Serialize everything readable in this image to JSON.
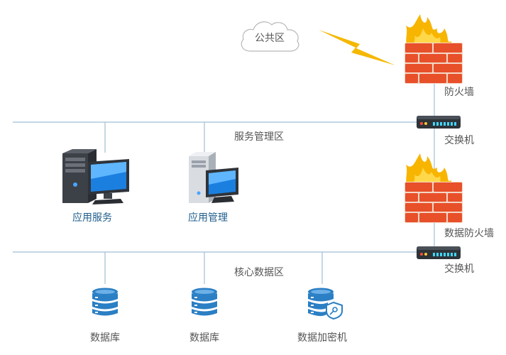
{
  "zones": {
    "public": "公共区",
    "service": "服务管理区",
    "core": "核心数据区"
  },
  "devices": {
    "firewall": "防火墙",
    "switch_top": "交换机",
    "data_firewall": "数据防火墙",
    "switch_bottom": "交换机"
  },
  "servers": {
    "app_service": "应用服务",
    "app_manage": "应用管理"
  },
  "storage": {
    "db1": "数据库",
    "db2": "数据库",
    "encryptor": "数据加密机"
  },
  "colors": {
    "line": "#9fbed6",
    "label_blue": "#1f5d8c",
    "brick": "#e8502a",
    "flame": "#f7b500",
    "lightning": "#f5b800",
    "db_blue": "#2b7fc4"
  }
}
